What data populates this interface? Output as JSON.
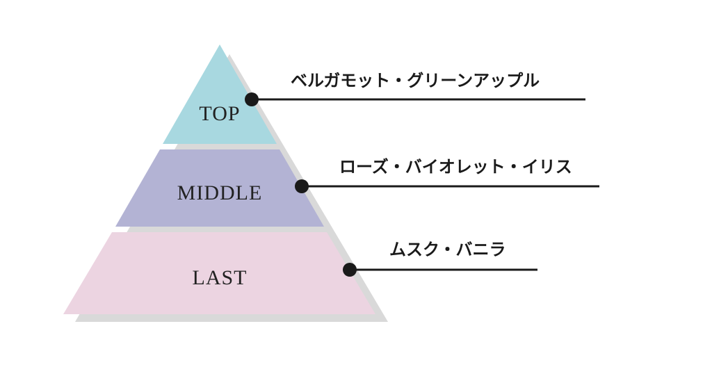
{
  "pyramid": {
    "colors": {
      "shadow": "#d9d9d9",
      "separator": "#ffffff",
      "ink": "#1a1a1a"
    },
    "tiers": [
      {
        "label": "TOP",
        "notes": "ベルガモット・グリーンアップル",
        "color": "#a8d8e0"
      },
      {
        "label": "MIDDLE",
        "notes": "ローズ・バイオレット・イリス",
        "color": "#b3b3d4"
      },
      {
        "label": "LAST",
        "notes": "ムスク・バニラ",
        "color": "#ecd4e1"
      }
    ]
  }
}
